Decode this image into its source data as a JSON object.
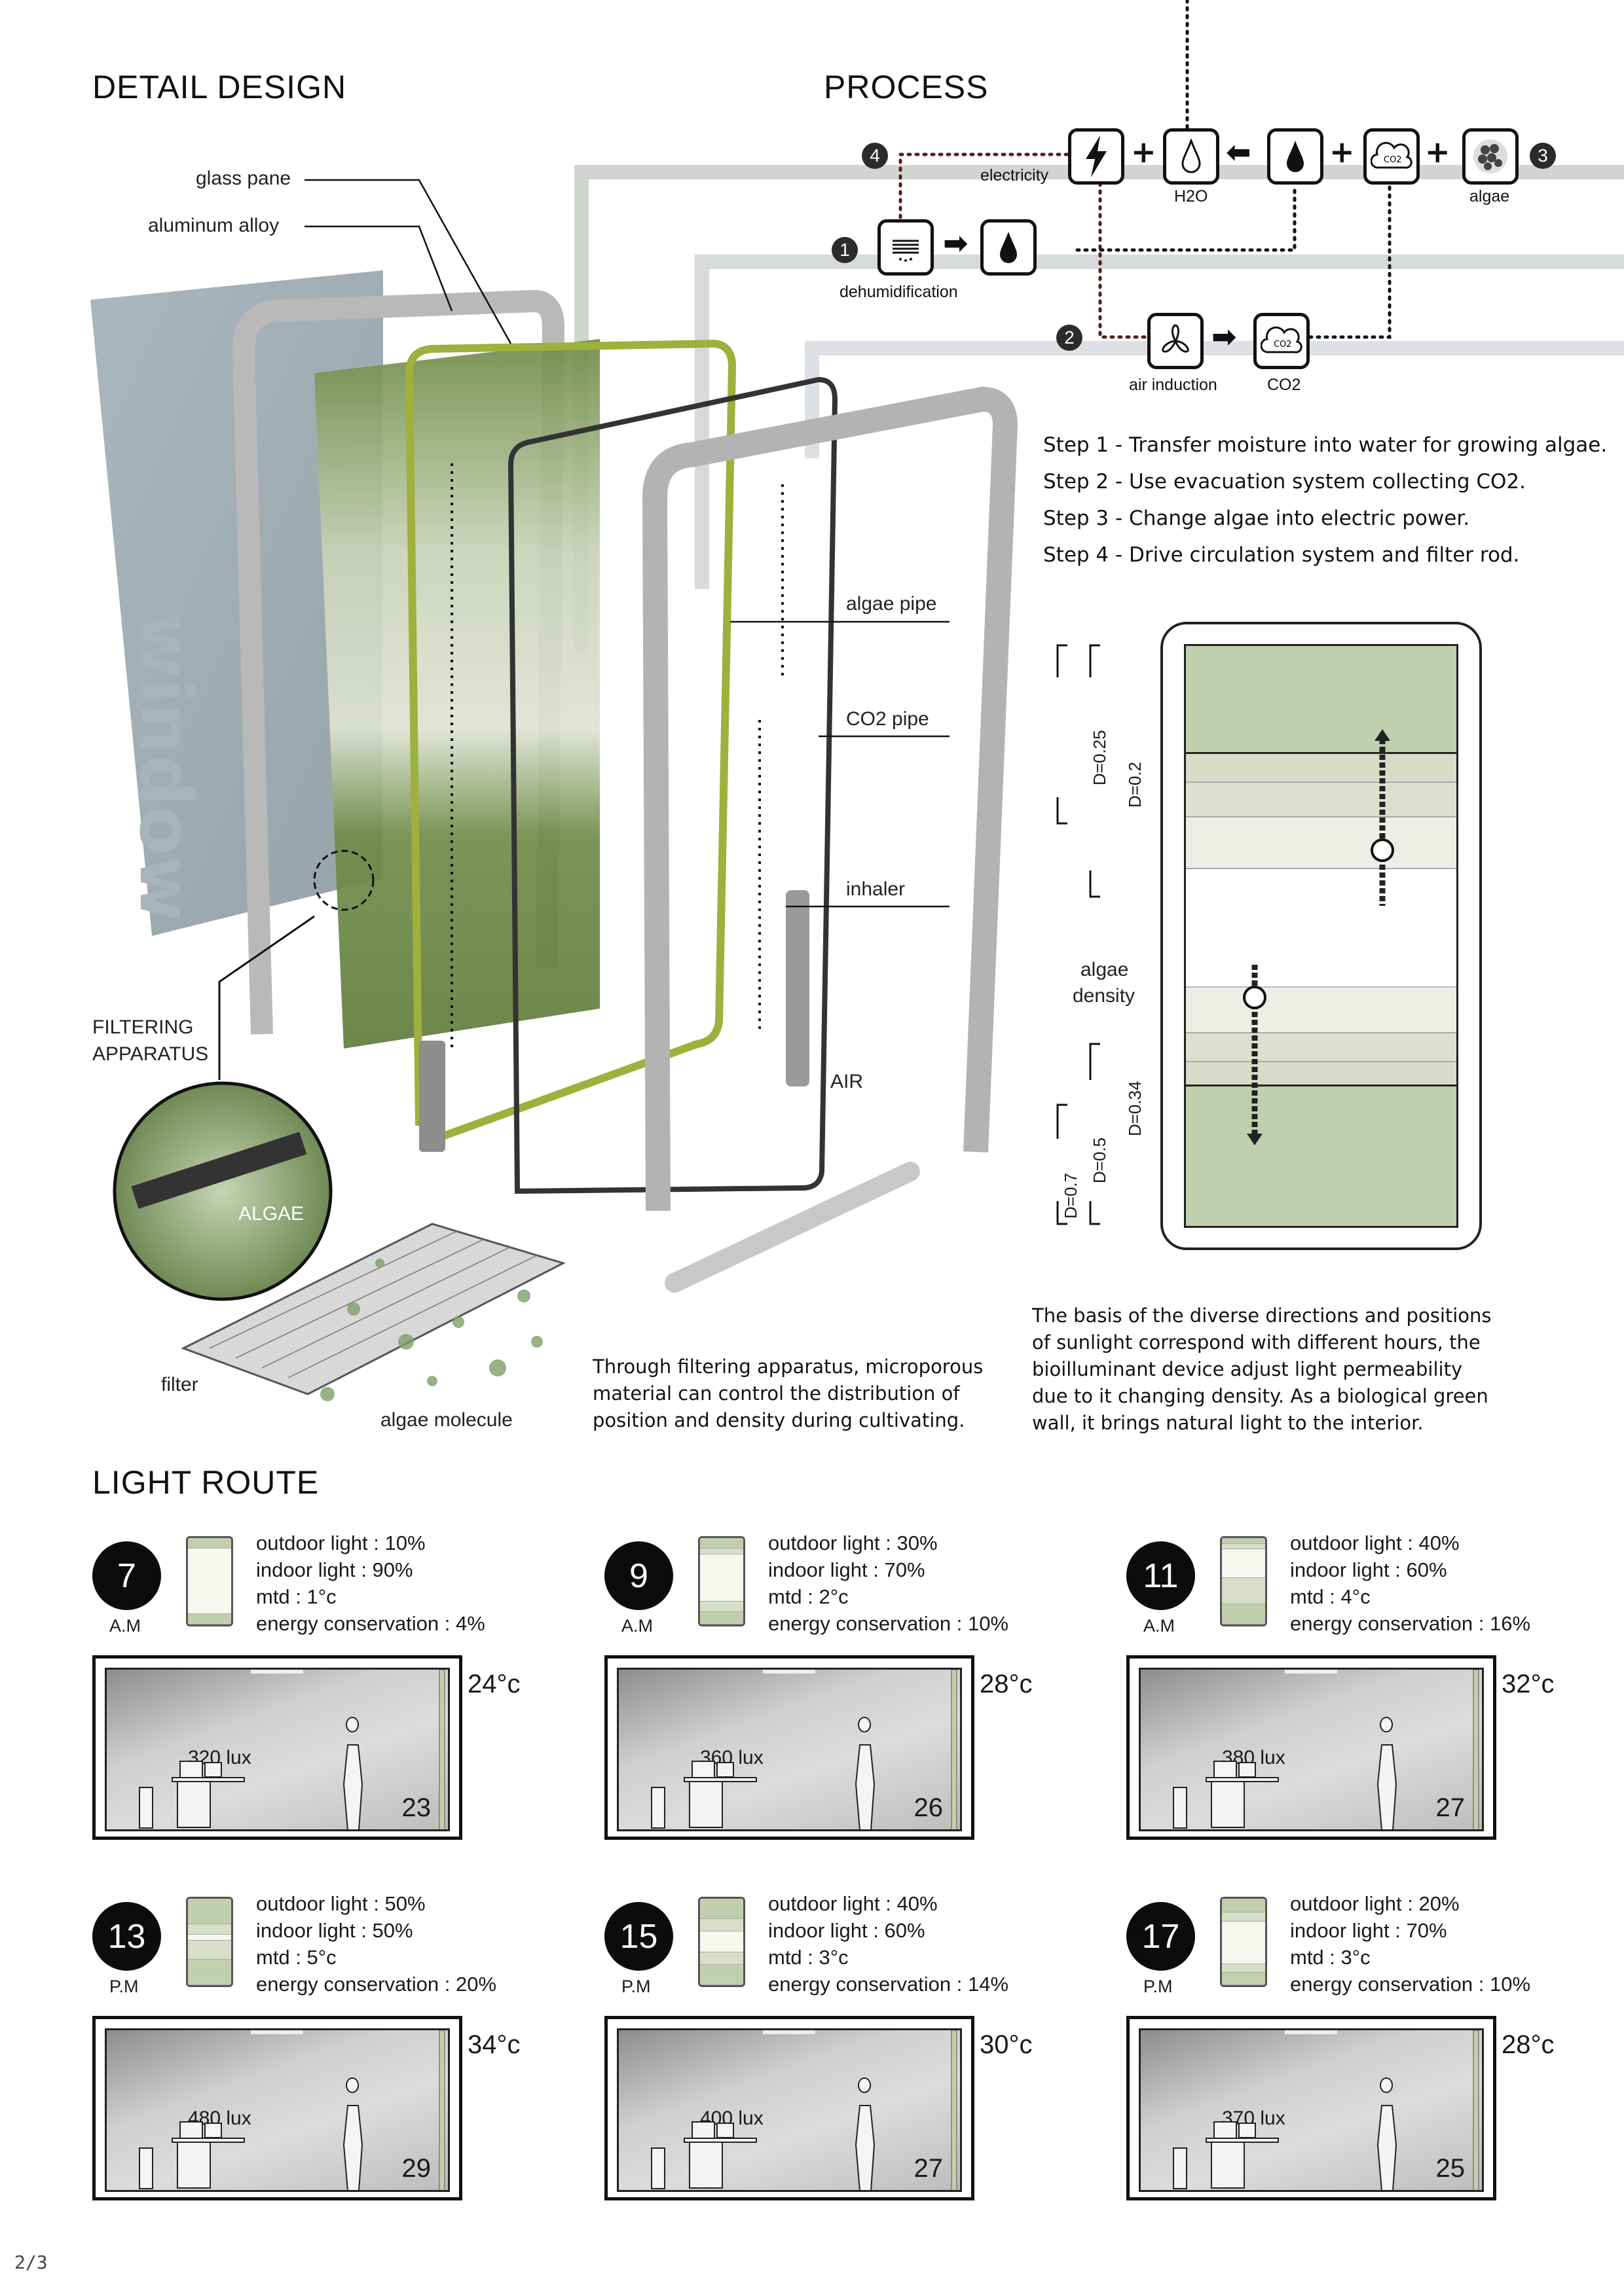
{
  "detail": {
    "title": "DETAIL DESIGN",
    "labels": {
      "glass_pane": "glass pane",
      "aluminum_alloy": "aluminum alloy",
      "algae_pipe": "algae pipe",
      "co2_pipe": "CO2 pipe",
      "inhaler": "inhaler",
      "air": "AIR",
      "filtering_apparatus_1": "FILTERING",
      "filtering_apparatus_2": "APPARATUS",
      "algae": "ALGAE",
      "filter": "filter",
      "algae_molecule": "algae molecule",
      "window": "window"
    },
    "paragraph": [
      "Through filtering apparatus, microporous",
      "material can control the distribution of",
      "position and density during cultivating."
    ]
  },
  "process": {
    "title": "PROCESS",
    "nodes": {
      "electricity": "electricity",
      "h2o": "H2O",
      "algae": "algae",
      "dehumidification": "dehumidification",
      "air_induction": "air induction",
      "co2": "CO2",
      "co2_icon_text": "CO2"
    },
    "badges": [
      "1",
      "2",
      "3",
      "4"
    ],
    "steps": [
      "Step 1 - Transfer moisture into water for growing algae.",
      "Step 2 - Use evacuation system collecting CO2.",
      "Step 3 - Change algae into electric power.",
      "Step 4 - Drive circulation system and filter rod."
    ],
    "colors": {
      "electric_path": "#5a1a1a",
      "water_path": "#111111",
      "pipe": "#c9ccc9"
    }
  },
  "density": {
    "label_1": "algae",
    "label_2": "density",
    "dims": [
      "D=0.25",
      "D=0.2",
      "D=0.34",
      "D=0.5",
      "D=0.7"
    ],
    "colors": {
      "dark": "#c2cfae",
      "mid": "#d6dcc6",
      "light": "#eeeee6"
    }
  },
  "basis_paragraph": [
    "The basis of the diverse directions and positions",
    "of sunlight correspond with different hours, the",
    "bioilluminant device adjust light permeability",
    "due to it changing density. As a biological green",
    "wall, it brings natural light to the interior."
  ],
  "light_route": {
    "title": "LIGHT ROUTE",
    "cards": [
      {
        "hour": "7",
        "period": "A.M",
        "outdoor": "outdoor light : 10%",
        "indoor": "indoor light : 90%",
        "mtd": "mtd : 1°c",
        "energy": "energy conservation : 4%",
        "lux": "320 lux",
        "temp_in": "23",
        "temp_out": "24°c",
        "bands": [
          0.12,
          0,
          0.76,
          0,
          0.12
        ]
      },
      {
        "hour": "9",
        "period": "A.M",
        "outdoor": "outdoor light : 30%",
        "indoor": "indoor light : 70%",
        "mtd": "mtd : 2°c",
        "energy": "energy conservation : 10%",
        "lux": "360 lux",
        "temp_in": "26",
        "temp_out": "28°c",
        "bands": [
          0.12,
          0.06,
          0.56,
          0.12,
          0.14
        ]
      },
      {
        "hour": "11",
        "period": "A.M",
        "outdoor": "outdoor light : 40%",
        "indoor": "indoor light : 60%",
        "mtd": "mtd : 4°c",
        "energy": "energy conservation : 16%",
        "lux": "380 lux",
        "temp_in": "27",
        "temp_out": "32°c",
        "bands": [
          0.06,
          0.06,
          0.34,
          0.3,
          0.24
        ]
      },
      {
        "hour": "13",
        "period": "P.M",
        "outdoor": "outdoor light : 50%",
        "indoor": "indoor light : 50%",
        "mtd": "mtd : 5°c",
        "energy": "energy conservation : 20%",
        "lux": "480 lux",
        "temp_in": "29",
        "temp_out": "34°c",
        "bands": [
          0.3,
          0.12,
          0.06,
          0.22,
          0.3
        ]
      },
      {
        "hour": "15",
        "period": "P.M",
        "outdoor": "outdoor light : 40%",
        "indoor": "indoor light : 60%",
        "mtd": "mtd : 3°c",
        "energy": "energy conservation : 14%",
        "lux": "400 lux",
        "temp_in": "27",
        "temp_out": "30°c",
        "bands": [
          0.24,
          0.14,
          0.24,
          0.14,
          0.24
        ]
      },
      {
        "hour": "17",
        "period": "P.M",
        "outdoor": "outdoor light : 20%",
        "indoor": "indoor light : 70%",
        "mtd": "mtd : 3°c",
        "energy": "energy conservation : 10%",
        "lux": "370 lux",
        "temp_in": "25",
        "temp_out": "28°c",
        "bands": [
          0.16,
          0.1,
          0.5,
          0.1,
          0.14
        ]
      }
    ]
  },
  "page_number": "2/3"
}
